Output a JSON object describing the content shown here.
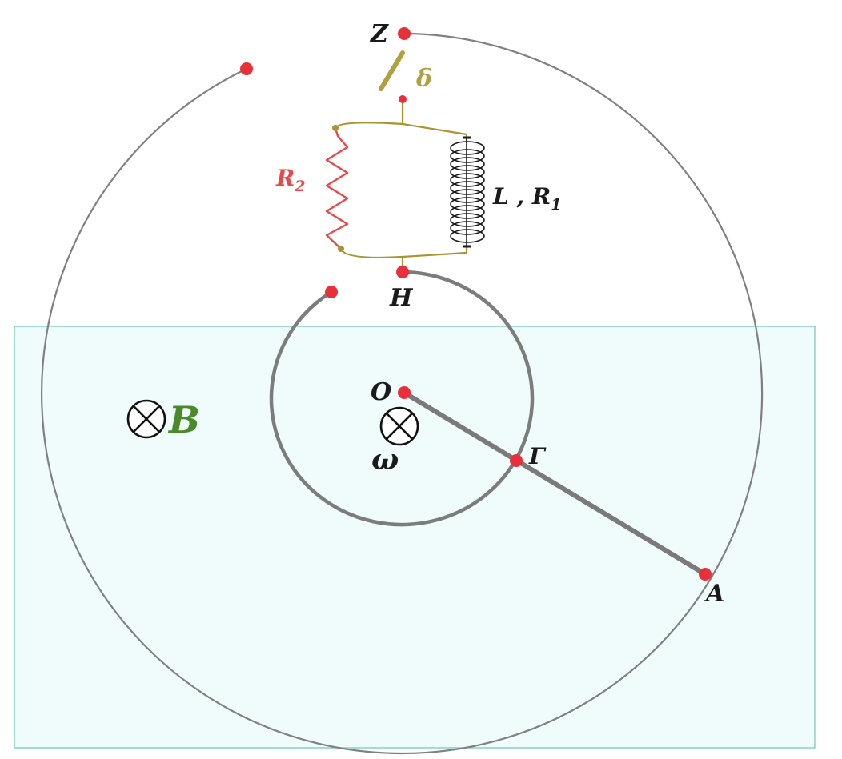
{
  "labels": {
    "Z": "Z",
    "delta": "δ",
    "R2_main": "R",
    "R2_sub": "2",
    "L_text": "L , R",
    "R1_sub": "1",
    "H": "H",
    "O": "O",
    "Gamma": "Γ",
    "A": "A",
    "omega": "ω",
    "B": "B"
  },
  "colors": {
    "field_fill": "#f0fcfc",
    "field_border": "#6cc8b4",
    "rail": "#808080",
    "rod": "#7a7a7a",
    "node": "#e8303a",
    "wire": "#a89530",
    "switch": "#b0a040",
    "resistor": "#e84848",
    "coil": "#1a1a1a",
    "text": "#1a1a1a",
    "B_text": "#4a8a2a"
  },
  "icons": {
    "field_symbol": "circled-x-icon",
    "rotation_symbol": "circled-x-icon"
  }
}
